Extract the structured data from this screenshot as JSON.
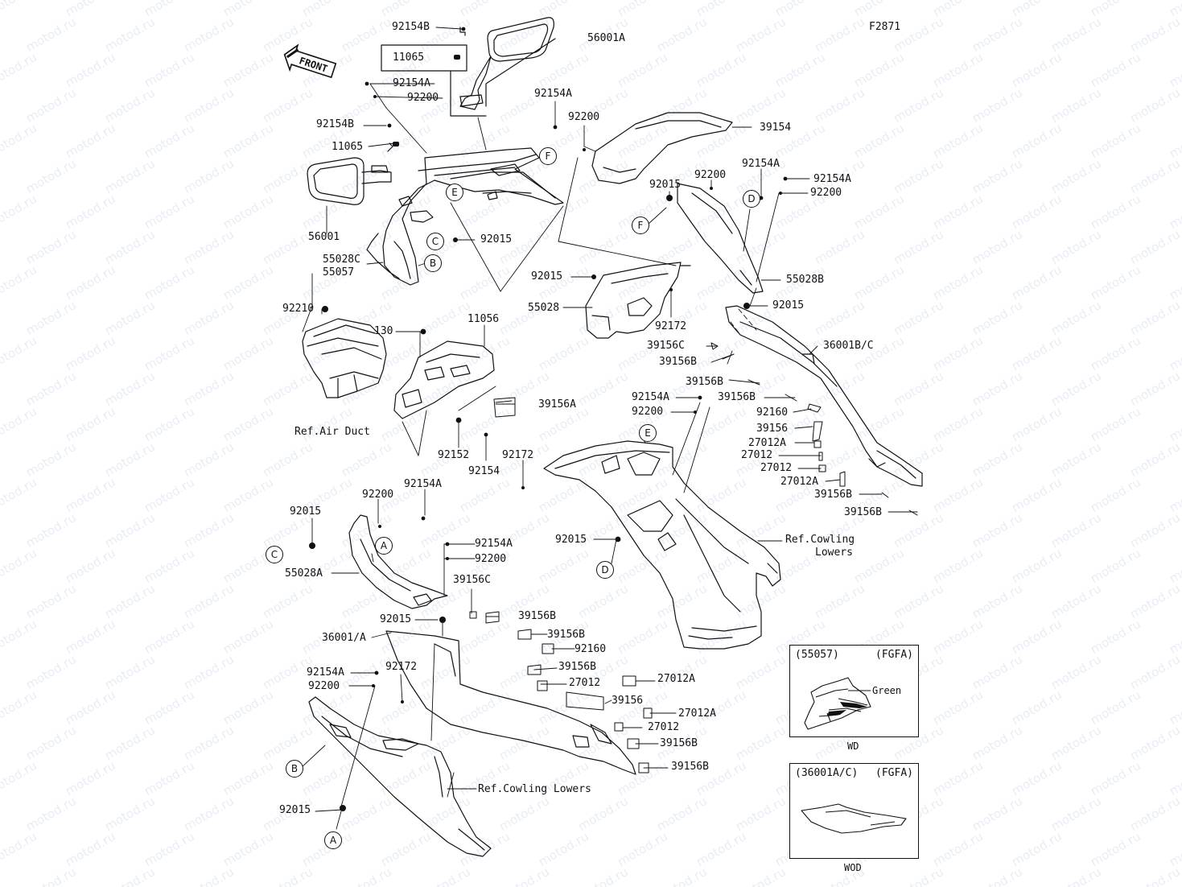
{
  "figure_code": "F2871",
  "front_label": "FRONT",
  "watermark": "motod.ru",
  "circle_markers": [
    "F",
    "E",
    "C",
    "B",
    "F",
    "D",
    "E",
    "C",
    "A",
    "D",
    "B",
    "A"
  ],
  "labels": {
    "l_92154B_top": "92154B",
    "l_56001A": "56001A",
    "l_11065_top": "11065",
    "l_92154A_left": "92154A",
    "l_92200_left": "92200",
    "l_92154B_2": "92154B",
    "l_11065_2": "11065",
    "l_56001": "56001",
    "l_55028C": "55028C",
    "l_55057": "55057",
    "l_92015_c": "92015",
    "l_92154A_mid": "92154A",
    "l_92200_mid": "92200",
    "l_39154": "39154",
    "l_92015_r": "92015",
    "l_92200_r": "92200",
    "l_92154A_r": "92154A",
    "l_92154A_r2": "92154A",
    "l_92200_r2": "92200",
    "l_55028B": "55028B",
    "l_92015_r2": "92015",
    "l_92015_m": "92015",
    "l_55028": "55028",
    "l_92172_m": "92172",
    "l_92210": "92210",
    "l_130": "130",
    "l_11056": "11056",
    "l_39156A": "39156A",
    "l_ref_air_duct": "Ref.Air Duct",
    "l_92152": "92152",
    "l_92154": "92154",
    "l_39156C_r": "39156C",
    "l_36001BC": "36001B/C",
    "l_39156B_r1": "39156B",
    "l_39156B_r2": "39156B",
    "l_39156B_r3": "39156B",
    "l_92154A_c": "92154A",
    "l_92200_c": "92200",
    "l_92160_r": "92160",
    "l_39156_r": "39156",
    "l_27012A_r1": "27012A",
    "l_27012_r1": "27012",
    "l_27012_r2": "27012",
    "l_27012A_r2": "27012A",
    "l_39156B_r4": "39156B",
    "l_39156B_r5": "39156B",
    "l_92172_c": "92172",
    "l_92200_bl": "92200",
    "l_92154A_bl": "92154A",
    "l_92015_bl": "92015",
    "l_55028A": "55028A",
    "l_92154A_b": "92154A",
    "l_92200_b": "92200",
    "l_92015_cm": "92015",
    "l_ref_cowling_lowers_r": "Ref.Cowling",
    "l_ref_cowling_lowers_r2": "Lowers",
    "l_39156C_b": "39156C",
    "l_39156B_b1": "39156B",
    "l_92015_b": "92015",
    "l_36001A": "36001/A",
    "l_39156B_b2": "39156B",
    "l_92160_b": "92160",
    "l_39156B_b3": "39156B",
    "l_27012A_b1": "27012A",
    "l_27012_b1": "27012",
    "l_39156_b": "39156",
    "l_27012A_b2": "27012A",
    "l_27012_b2": "27012",
    "l_39156B_b4": "39156B",
    "l_39156B_b5": "39156B",
    "l_92154A_ll": "92154A",
    "l_92172_ll": "92172",
    "l_92200_ll": "92200",
    "l_ref_cowling_lowers_b": "Ref.Cowling Lowers",
    "l_92015_ll": "92015"
  },
  "inset1": {
    "code": "(55057)",
    "variant": "(FGFA)",
    "color_note": "Green",
    "caption": "WD"
  },
  "inset2": {
    "code": "(36001A/C)",
    "variant": "(FGFA)",
    "caption": "WOD"
  }
}
